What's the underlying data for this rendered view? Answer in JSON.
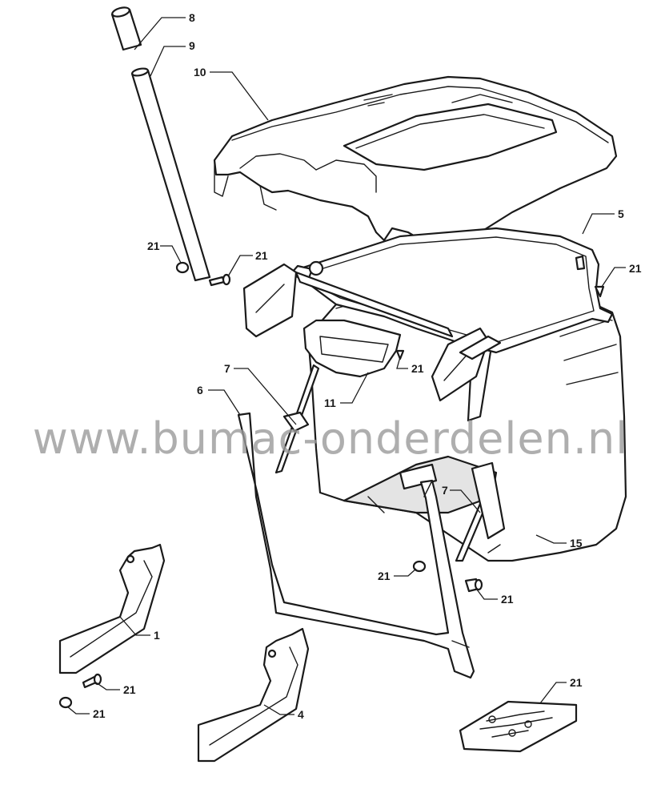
{
  "watermark": "www.bumac-onderdelen.nl",
  "callouts": {
    "c8": "8",
    "c9": "9",
    "c10": "10",
    "c5": "5",
    "c21_nut_top": "21",
    "c21_bolt_top": "21",
    "c21_screw_right": "21",
    "c21_screw_mid": "21",
    "c7_left": "7",
    "c6": "6",
    "c11": "11",
    "c7_right": "7",
    "c15": "15",
    "c21_nut_center": "21",
    "c21_bolt_center": "21",
    "c1": "1",
    "c21_bolt_low": "21",
    "c21_nut_low": "21",
    "c4": "4",
    "c21_bag": "21"
  }
}
